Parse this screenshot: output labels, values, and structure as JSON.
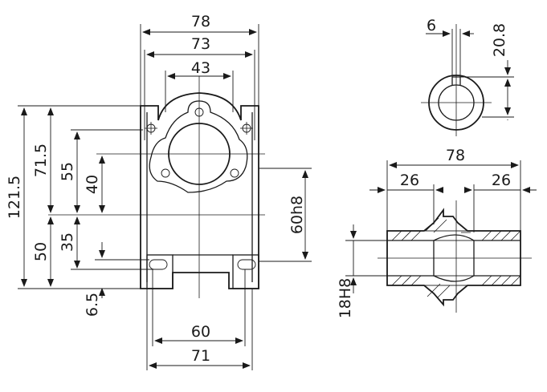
{
  "front_view": {
    "width_overall": "78",
    "width_flange": "73",
    "width_bore_pattern": "43",
    "height_total": "121.5",
    "height_upper": "71.5",
    "height_55": "55",
    "height_40": "40",
    "height_lower": "50",
    "height_35": "35",
    "foot_thickness": "6.5",
    "pilot_diameter": "60h8",
    "foot_hole_spacing": "60",
    "foot_width": "71"
  },
  "shaft_detail": {
    "key_width": "6",
    "key_depth": "20.8"
  },
  "section_view": {
    "length": "78",
    "left_hub": "26",
    "right_hub": "26",
    "bore": "18H8"
  }
}
